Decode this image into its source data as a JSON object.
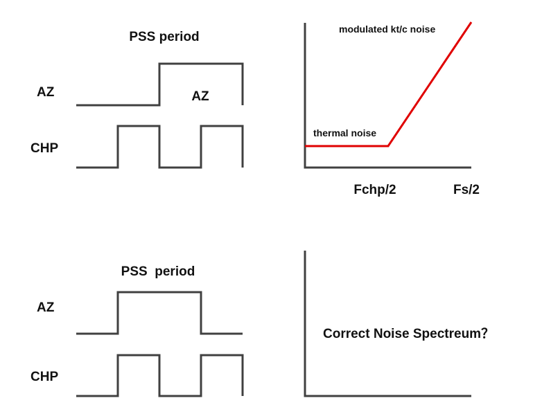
{
  "colors": {
    "wave": "#404040",
    "axis": "#404040",
    "noise_curve": "#e00000",
    "text": "#111111"
  },
  "top_left": {
    "title": "PSS period",
    "az_label": "AZ",
    "az_pulse_label": "AZ",
    "chp_label": "CHP"
  },
  "top_right": {
    "curve_label_high": "modulated kt/c noise",
    "curve_label_low": "thermal noise",
    "x_tick_1": "Fchp/2",
    "x_tick_2": "Fs/2"
  },
  "bottom_left": {
    "title": "PSS  period",
    "az_label": "AZ",
    "chp_label": "CHP"
  },
  "bottom_right": {
    "question": "Correct Noise Spectreum？"
  }
}
